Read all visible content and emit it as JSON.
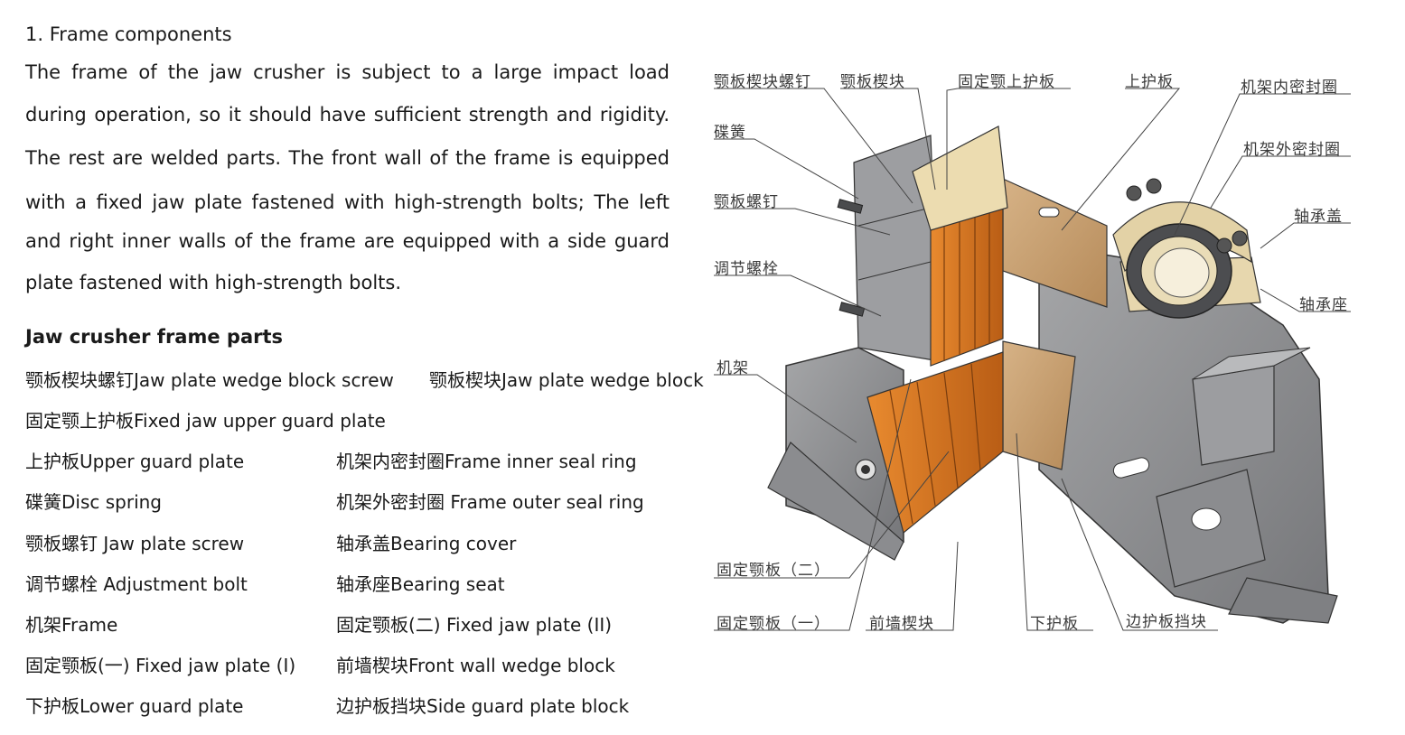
{
  "section_heading": "1. Frame components",
  "paragraph_lines": [
    "The frame of the jaw crusher is subject to a large impact load",
    "during operation, so it should have sufficient strength and rigidity.",
    "The rest are welded parts. The front wall of the frame is equipped",
    "with a fixed jaw plate fastened with high-strength bolts; The left",
    "and right inner walls of the frame are equipped with a side guard",
    "plate fastened with high-strength bolts."
  ],
  "parts_title": "Jaw crusher frame parts",
  "parts": [
    "颚板楔块螺钉Jaw plate wedge block screw",
    "颚板楔块Jaw plate wedge block",
    "固定颚上护板Fixed jaw upper guard plate",
    "上护板Upper guard plate",
    "机架内密封圈Frame inner seal ring",
    "碟簧Disc spring",
    "机架外密封圈 Frame outer seal ring",
    "颚板螺钉 Jaw plate screw",
    "轴承盖Bearing cover",
    "调节螺栓 Adjustment bolt",
    "轴承座Bearing seat",
    "机架Frame",
    "固定颚板(二) Fixed jaw plate (II)",
    "固定颚板(一) Fixed jaw plate (I)",
    "前墙楔块Front wall wedge block",
    "下护板Lower guard plate",
    "边护板挡块Side guard plate block"
  ],
  "diagram_labels": {
    "wedge_screw": "颚板楔块螺钉",
    "wedge_block": "颚板楔块",
    "fixed_upper_guard": "固定颚上护板",
    "upper_guard": "上护板",
    "inner_seal": "机架内密封圈",
    "disc_spring": "碟簧",
    "outer_seal": "机架外密封圈",
    "jaw_screw": "颚板螺钉",
    "bearing_cover": "轴承盖",
    "adjust_bolt": "调节螺栓",
    "bearing_seat": "轴承座",
    "frame": "机架",
    "fixed_jaw_2": "固定颚板（二）",
    "fixed_jaw_1": "固定颚板（一）",
    "front_wedge": "前墙楔块",
    "lower_guard": "下护板",
    "side_block": "边护板挡块"
  },
  "colors": {
    "frame_gray": "#8e8f91",
    "jaw_orange": "#d9741f",
    "guard_tan": "#c9a273",
    "bearing_cream": "#e3d2a6",
    "leader_line": "#444444"
  }
}
